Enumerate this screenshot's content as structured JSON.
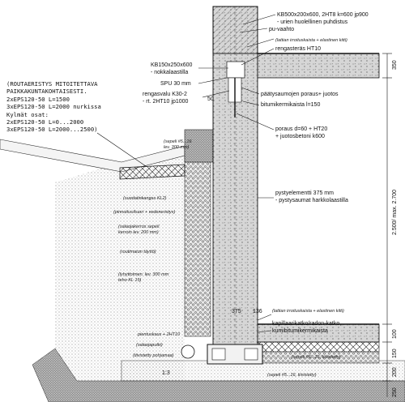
{
  "frost_insulation": {
    "line1": "(ROUTAERISTYS MITOITETTAVA",
    "line2": "PAIKKAKUNTAKOHTAISESTI.",
    "line3": "2xEPS120-50  L=1500",
    "line4": "3xEPS120-50  L=2000 nurkissa",
    "line5": "Kylmät osat:",
    "line6": "2xEPS120-50  L=0...2000",
    "line7": "3xEPS120-50  L=2000...2500)"
  },
  "labels": {
    "kb500": "KB500x200x600, 2HT8 k=600 jp900",
    "urien": "- urien huolellinen puhdistus",
    "pu_vaahto": "pu-vaahto",
    "lattian_top": "(lattian irroituskaista + elastinen kitti)",
    "rengasteras": "rengasteräs HT10",
    "kb150": "KB150x250x600",
    "nokkalaastilla": "- nokkalaastilla",
    "spu": "SPU 30 mm",
    "rengasvalu": "rengasvalu K30-2",
    "rt": "- rt. 2HT10 jp1000",
    "paatysaumojen": "päätysaumojen poraus+ juotos",
    "bitumikermikaista": "bitumikermikaista l=150",
    "poraus": "poraus d=60 + HT20",
    "juotosbetoni": "+ juotosbetoni k600",
    "pystyelementti": "pystyelementti 375 mm",
    "pystysaumat": "- pystysaumat harkkolaastilla",
    "lattian_bottom": "(lattian irroituskaista + elastinen kitti)",
    "kapillaarikatko": "kapillaarikatko/radon-katko,",
    "kumibitumikermikaista": "kumibitumikermikaista",
    "num_50": "50",
    "num_375": "375",
    "num_136": "136"
  },
  "layers": {
    "seepeli": "(sepeli #5...16",
    "seepeli2": "lev. 300 mm)",
    "suodatinkangas": "(suodatinkangas KL2)",
    "pinnoitus": "(pinnoitus/kuori + vedeneristys)",
    "salaojakerros": "(salaojakerros sepeli",
    "salaojakerros2": "kerroin lev. 200 mm)",
    "routimaton": "(routimaton täyttö)",
    "lyhyttoimen": "(lyhyttoimen. lev. 300 mm",
    "lyhyttoimen2": "teho KL 15)",
    "pientuskaus": "pientuskaus + 2HT10",
    "salaojaputki": "(salaojaputki)",
    "tiivistetty": "(tiivistetty pohjamaa)",
    "sepeli_bottom": "(sepeli #5...16, tiivistetty)",
    "sepeli_bottom2": "(sepeli #5...16, tiivistetty)"
  },
  "dimensions": {
    "d350": "350",
    "d2500": "2.500/ max. 2.700",
    "d100": "100",
    "d150": "150",
    "d200": "200",
    "d250": "250"
  },
  "misc": {
    "slope": "1:3"
  }
}
